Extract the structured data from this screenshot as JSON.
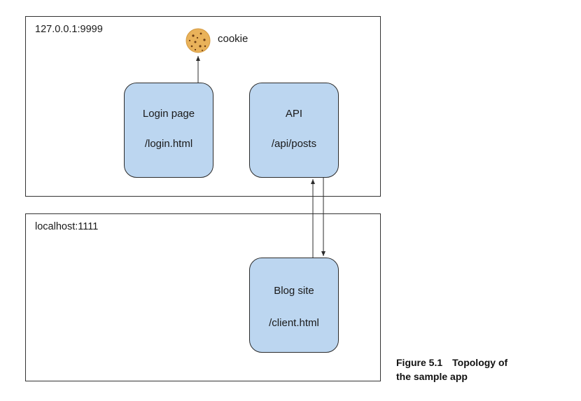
{
  "diagram": {
    "origin_top": {
      "label": "127.0.0.1:9999"
    },
    "origin_bottom": {
      "label": "localhost:1111"
    },
    "cookie": {
      "label": "cookie",
      "icon": "cookie-icon",
      "colors": {
        "dough": "#e9b25a",
        "chip": "#6b3d14"
      }
    },
    "nodes": {
      "login": {
        "title": "Login page",
        "path": "/login.html"
      },
      "api": {
        "title": "API",
        "path": "/api/posts"
      },
      "blog": {
        "title": "Blog site",
        "path": "/client.html"
      }
    },
    "colors": {
      "node_fill": "#bcd6f0",
      "border": "#2b2b2b"
    }
  },
  "caption": {
    "number": "Figure 5.1",
    "text_line1": "Topology of",
    "text_line2": "the sample app"
  }
}
